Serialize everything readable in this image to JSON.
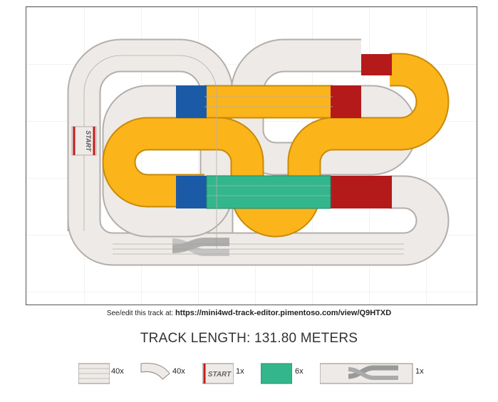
{
  "editor": {
    "prefix": "See/edit this track at:",
    "url": "https://mini4wd-track-editor.pimentoso.com/view/Q9HTXD"
  },
  "track_length": "TRACK LENGTH: 131.80 METERS",
  "start_label": "START",
  "legend": {
    "straight": {
      "label": "straight-piece",
      "count": "40x"
    },
    "curve": {
      "label": "curve-piece",
      "count": "40x"
    },
    "start": {
      "label": "START",
      "count": "1x"
    },
    "slope": {
      "label": "slope-piece",
      "count": "6x"
    },
    "lane_change": {
      "label": "lane-change-piece",
      "count": "1x"
    }
  },
  "colors": {
    "track": "#eeeae7",
    "track_border": "#b3aeaa",
    "orange": "#fbb41a",
    "orange_border": "#c88a09",
    "red": "#b51a1a",
    "blue": "#1b5aa6",
    "green": "#33b68c",
    "start_arrow": "#c21b1b"
  }
}
